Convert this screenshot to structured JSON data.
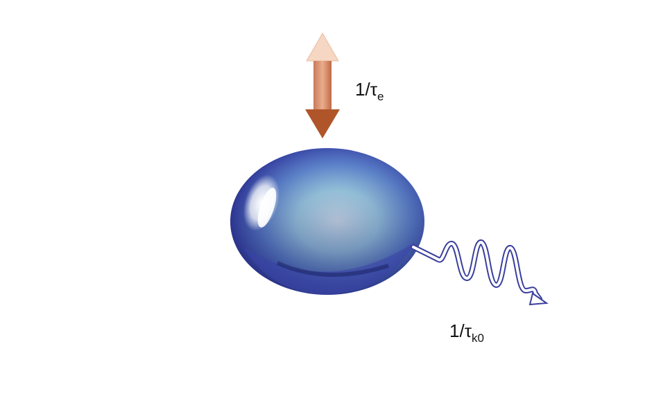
{
  "labels": {
    "exchange_rate": {
      "prefix": "1/",
      "symbol": "τ",
      "subscript": "e"
    },
    "intrinsic_loss_rate": {
      "prefix": "1/",
      "symbol": "τ",
      "subscript": "k0"
    }
  },
  "colors": {
    "arrow_light": "#f4d3bf",
    "arrow_dark": "#b5582c",
    "resonator_dark": "#2a2f86",
    "resonator_mid": "#4f67c4",
    "resonator_light": "#d7f0f6",
    "wave_stroke": "#3a3f9c"
  }
}
